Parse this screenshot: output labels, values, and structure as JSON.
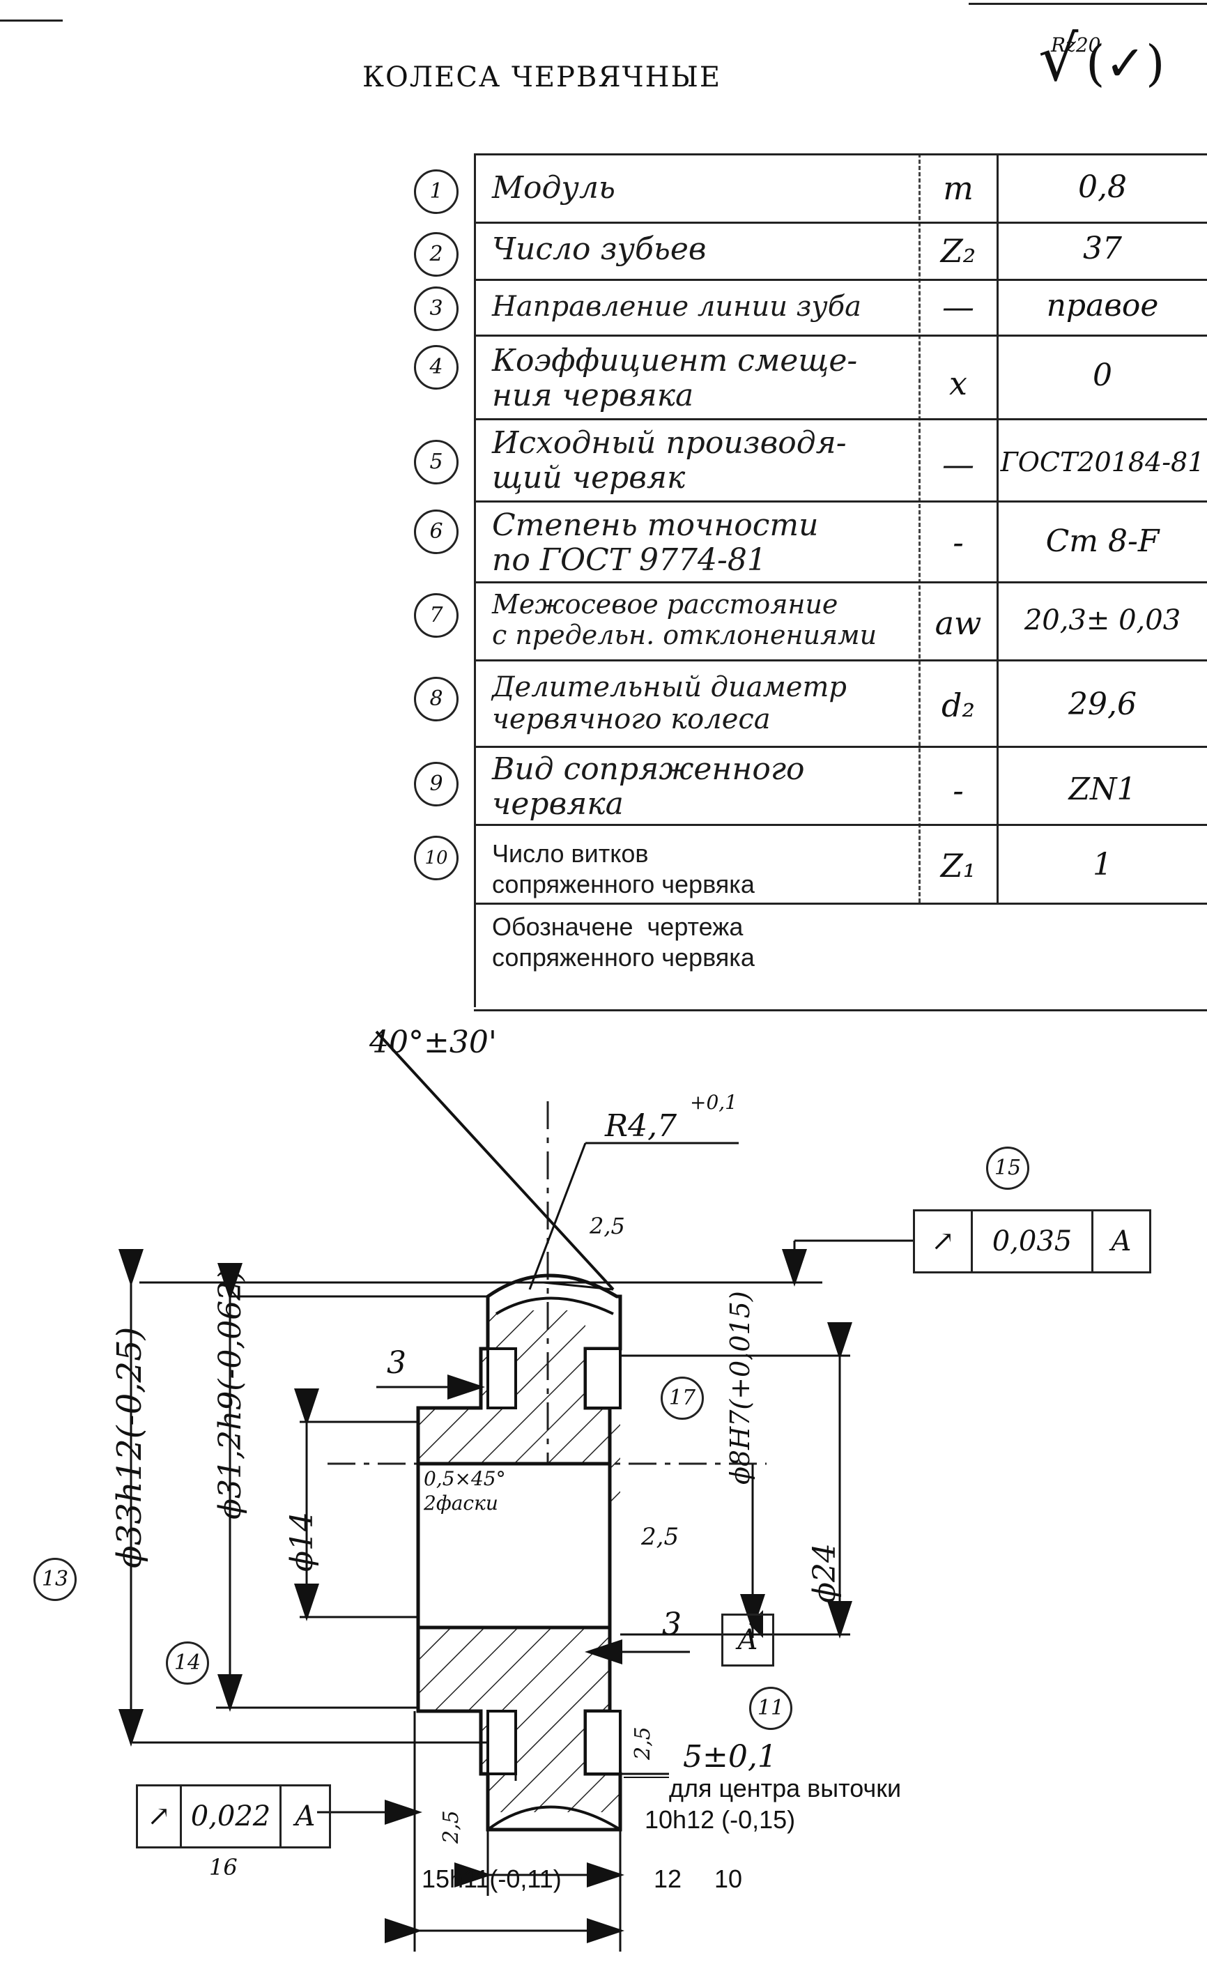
{
  "title": "КОЛЕСА ЧЕРВЯЧНЫЕ",
  "roughness_top": {
    "value": "Rz20",
    "bracket": "(✓)"
  },
  "parameters": [
    {
      "no": "1",
      "name": "Модуль",
      "symbol": "m",
      "value": "0,8"
    },
    {
      "no": "2",
      "name": "Число зубьев",
      "symbol": "Z₂",
      "value": "37"
    },
    {
      "no": "3",
      "name": "Направление линии зуба",
      "symbol": "—",
      "value": "правое"
    },
    {
      "no": "4",
      "name": "Коэффициент смеще-\nния червяка",
      "symbol": "x",
      "value": "0"
    },
    {
      "no": "5",
      "name": "Исходный производя-\nщий червяк",
      "symbol": "—",
      "value": "ГОСТ20184-81"
    },
    {
      "no": "6",
      "name": "Степень точности\nпо ГОСТ 9774-81",
      "symbol": "-",
      "value": "Ст 8-F"
    },
    {
      "no": "7",
      "name": "Межосевое расстояние\nс предельн. отклонениями",
      "symbol": "aw",
      "value": "20,3± 0,03"
    },
    {
      "no": "8",
      "name": "Делительный диаметр\nчервячного колеса",
      "symbol": "d₂",
      "value": "29,6"
    },
    {
      "no": "9",
      "name": "Вид сопряженного\nчервяка",
      "symbol": "-",
      "value": "ZN1"
    },
    {
      "no": "10",
      "name": "Число витков\nсопряженного червяка",
      "symbol": "Z₁",
      "value": "1"
    },
    {
      "no": "",
      "name": "Обозначене  чертежа\nсопряженного червяка",
      "symbol": "",
      "value": ""
    }
  ],
  "drawing": {
    "angle": "40°±30'",
    "radius": "R4,7",
    "radius_tol": "+0,1",
    "rough_25": "2,5",
    "d_outer": "ϕ33h12(-0,25)",
    "d_pitch": "ϕ31,2h9(-0,062)",
    "d_hub": "ϕ14",
    "d_bore": "ϕ8H7(+0,015)",
    "d_recess": "ϕ24",
    "chamfer_line1": "0,5×45°",
    "chamfer_line2": "2фаски",
    "dim_3_top": "3",
    "dim_3_bottom": "3",
    "dim_5": "5±0,1",
    "note_center": "для центра выточки",
    "dim_10h12": "10h12 (-0,15)",
    "dim_15h11": "15h11(-0,11)",
    "dim_12": "12",
    "dim_10": "10",
    "callout_11": "11",
    "callout_13": "13",
    "callout_14": "14",
    "callout_15": "15",
    "callout_16": "16",
    "callout_17": "17",
    "datum": "A",
    "tol_frame_top": {
      "symbol": "↗",
      "value": "0,035",
      "datum": "A"
    },
    "tol_frame_bottom": {
      "symbol": "↗",
      "value": "0,022",
      "datum": "A"
    }
  }
}
